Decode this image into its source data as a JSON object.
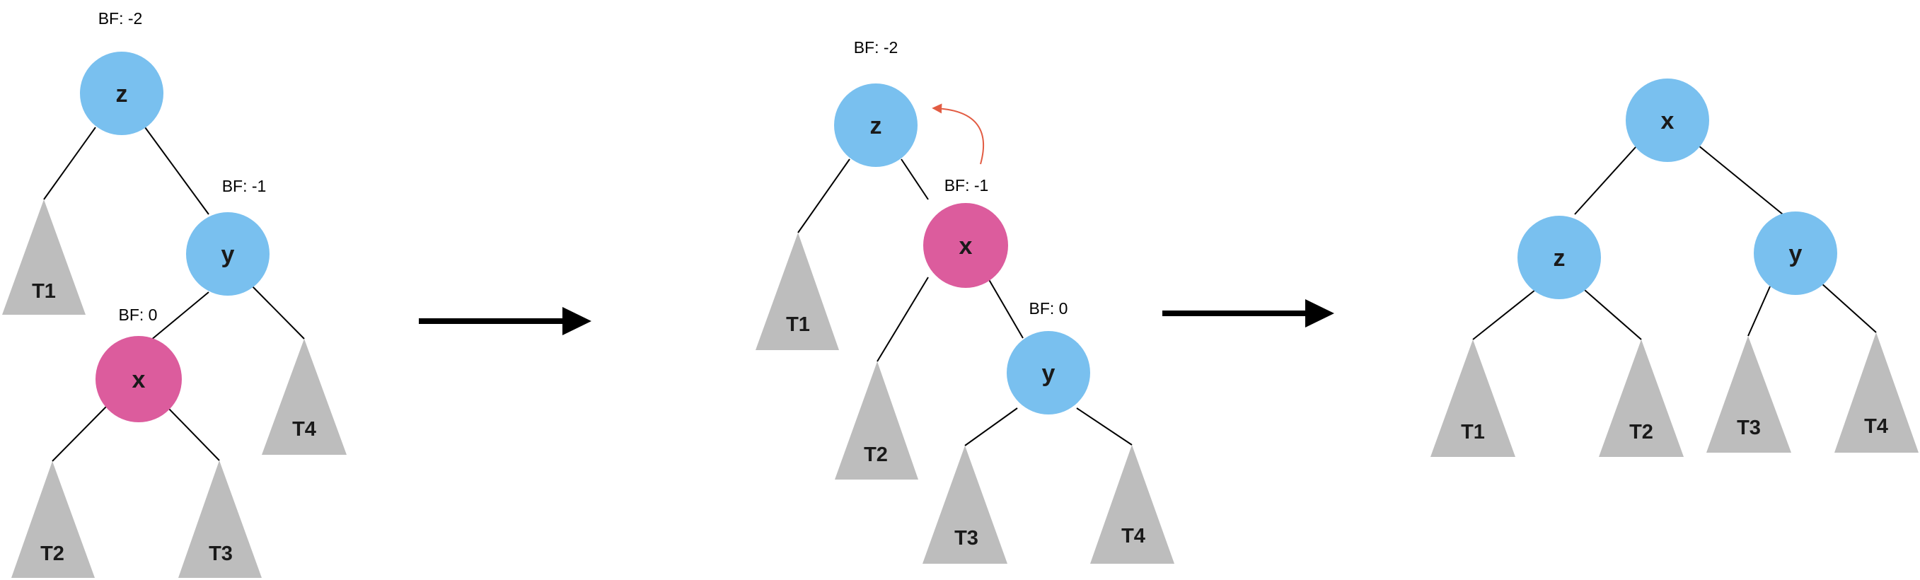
{
  "colors": {
    "blue_node": "#79c0ef",
    "pink_node": "#dc5c9d",
    "subtree": "#bdbdbd",
    "arrow": "#000000",
    "rotation_arrow": "#e25c43"
  },
  "stages": [
    {
      "nodes": [
        {
          "label": "z",
          "balance": "BF: -2"
        },
        {
          "label": "y",
          "balance": "BF: -1"
        },
        {
          "label": "x",
          "balance": "BF: 0"
        }
      ],
      "subtrees": [
        "T1",
        "T2",
        "T3",
        "T4"
      ]
    },
    {
      "nodes": [
        {
          "label": "z",
          "balance": "BF: -2"
        },
        {
          "label": "x",
          "balance": "BF: -1"
        },
        {
          "label": "y",
          "balance": "BF: 0"
        }
      ],
      "subtrees": [
        "T1",
        "T2",
        "T3",
        "T4"
      ]
    },
    {
      "nodes": [
        {
          "label": "x"
        },
        {
          "label": "z"
        },
        {
          "label": "y"
        }
      ],
      "subtrees": [
        "T1",
        "T2",
        "T3",
        "T4"
      ]
    }
  ]
}
